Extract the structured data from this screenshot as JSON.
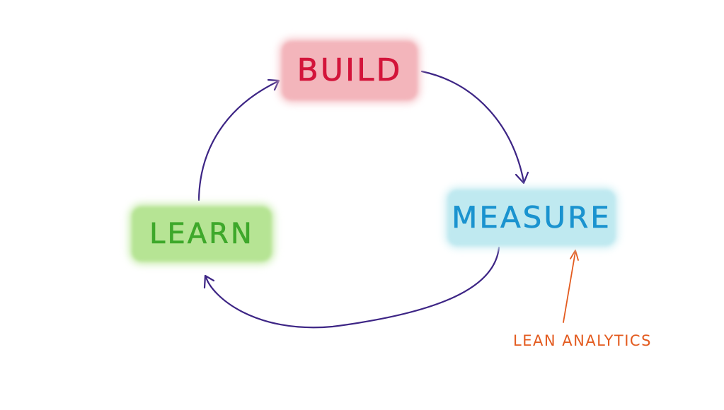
{
  "nodes": {
    "build": {
      "label": "BUILD"
    },
    "measure": {
      "label": "MEASURE"
    },
    "learn": {
      "label": "LEARN"
    }
  },
  "annotation": {
    "label": "LEAN ANALYTICS"
  },
  "colors": {
    "build_text": "#d3143a",
    "build_fill": "#f3b5bb",
    "measure_text": "#1a93cf",
    "measure_fill": "#bfe9f0",
    "learn_text": "#3ea82b",
    "learn_fill": "#b6e494",
    "cycle_arrow": "#3d2585",
    "annotation": "#e35b1f"
  },
  "edges": [
    {
      "from": "build",
      "to": "measure"
    },
    {
      "from": "measure",
      "to": "learn"
    },
    {
      "from": "learn",
      "to": "build"
    },
    {
      "from": "annotation",
      "to": "measure"
    }
  ]
}
